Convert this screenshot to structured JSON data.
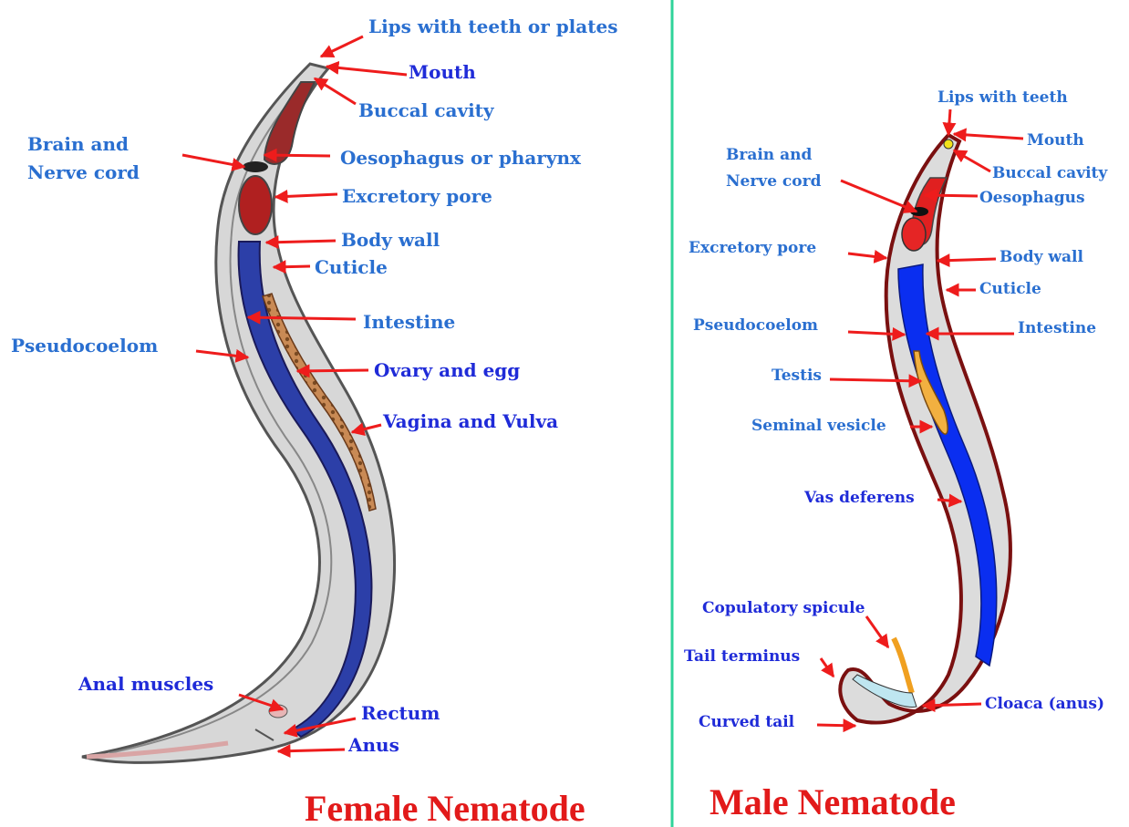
{
  "female": {
    "title": "Female Nematode",
    "labels": {
      "lips": "Lips with teeth or plates",
      "mouth": "Mouth",
      "buccal": "Buccal cavity",
      "brain1": "Brain and",
      "brain2": "Nerve cord",
      "oesophagus": "Oesophagus or pharynx",
      "excretory": "Excretory pore",
      "bodywall": "Body wall",
      "cuticle": "Cuticle",
      "pseudocoelom": "Pseudocoelom",
      "intestine": "Intestine",
      "ovary": "Ovary and egg",
      "vagina": "Vagina and Vulva",
      "anal_muscles": "Anal muscles",
      "rectum": "Rectum",
      "anus": "Anus"
    }
  },
  "male": {
    "title": "Male Nematode",
    "labels": {
      "lips": "Lips with teeth",
      "mouth": "Mouth",
      "buccal": "Buccal cavity",
      "brain1": "Brain and",
      "brain2": "Nerve cord",
      "oesophagus": "Oesophagus",
      "excretory": "Excretory pore",
      "bodywall": "Body wall",
      "cuticle": "Cuticle",
      "pseudocoelom": "Pseudocoelom",
      "intestine": "Intestine",
      "testis": "Testis",
      "seminal": "Seminal vesicle",
      "vas": "Vas deferens",
      "spicule": "Copulatory spicule",
      "tail_terminus": "Tail terminus",
      "cloaca": "Cloaca (anus)",
      "curved_tail": "Curved tail"
    }
  },
  "colors": {
    "label_blue": "#2a6fd0",
    "label_dark_blue": "#1f2bd8",
    "title_red": "#e21a1a",
    "arrow_red": "#ee1c1c",
    "divider_green": "#2fd39a"
  }
}
